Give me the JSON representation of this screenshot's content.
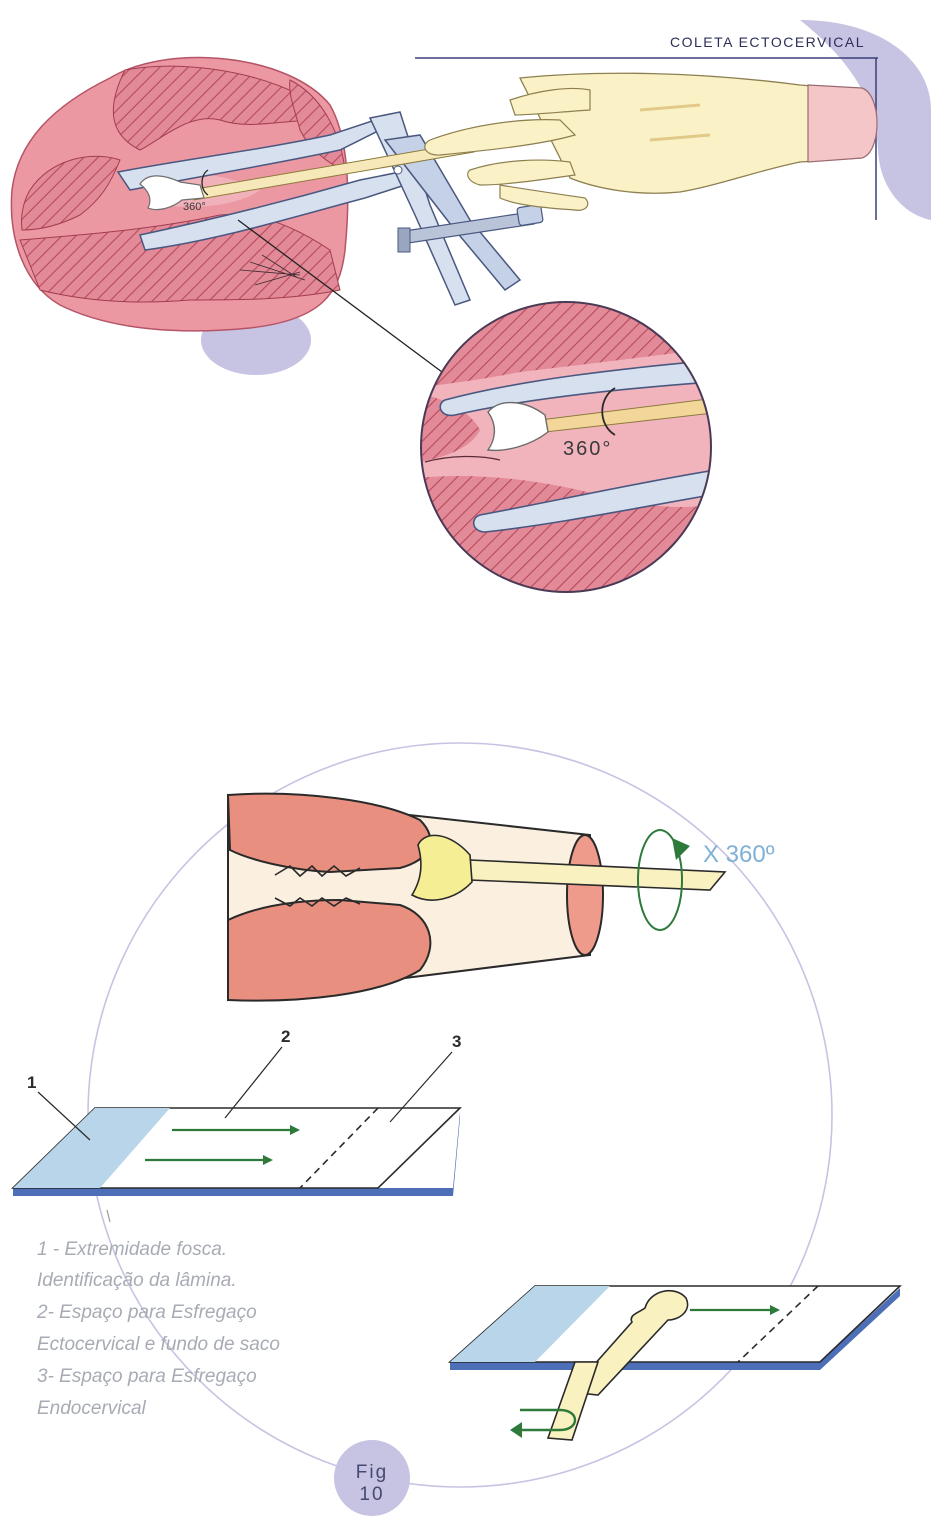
{
  "header": {
    "title": "COLETA ECTOCERVICAL"
  },
  "upper_illustration": {
    "rotation_label": "360°"
  },
  "zoom_illustration": {
    "rotation_label": "360°"
  },
  "lower_illustration": {
    "rotation_label": "X 360º",
    "slide_markers": [
      "1",
      "2",
      "3"
    ]
  },
  "legend": {
    "lines": [
      "1 - Extremidade fosca.",
      "Identificação da lâmina.",
      "2- Espaço para Esfregaço",
      "Ectocervical e fundo de saco",
      "3- Espaço para Esfregaço",
      "Endocervical"
    ]
  },
  "figure_label": {
    "line1": "Fig",
    "line2": "10"
  },
  "colors": {
    "tissue_pink": "#e98f9a",
    "tissue_dark": "#c9566a",
    "speculum_blue": "#cfd9ea",
    "glove_yellow": "#fbf1c6",
    "lavender": "#c7c3e3",
    "arrow_green": "#2e7a3b",
    "slide_frost_blue": "#b9d5ea",
    "slide_edge_blue": "#4d6fb8"
  }
}
